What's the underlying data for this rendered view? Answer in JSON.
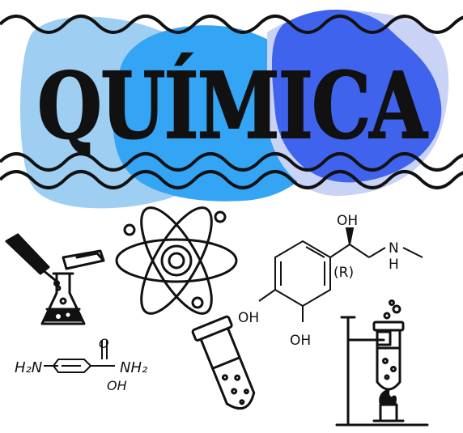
{
  "title": "QUÍMICA",
  "colors": {
    "blob_light_blue": "#9ecff2",
    "blob_cyan": "#34a4f4",
    "blob_blue": "#3f63ec",
    "blob_lavender": "#c9d3f6",
    "ink": "#111111"
  },
  "molecule": {
    "hydroxyl_top": "OH",
    "chiral_label": "(R)",
    "amine_n": "N",
    "amine_h": "H",
    "hydroxyl_left": "OH",
    "hydroxyl_bottom": "OH"
  },
  "formula": {
    "h2n_left": "H₂N",
    "o_label": "O",
    "oh_label": "OH",
    "nh2_right": "NH₂"
  },
  "icons": [
    "dropper-icon",
    "flask-icon",
    "atom-icon",
    "test-tube-icon",
    "burner-stand-icon"
  ]
}
